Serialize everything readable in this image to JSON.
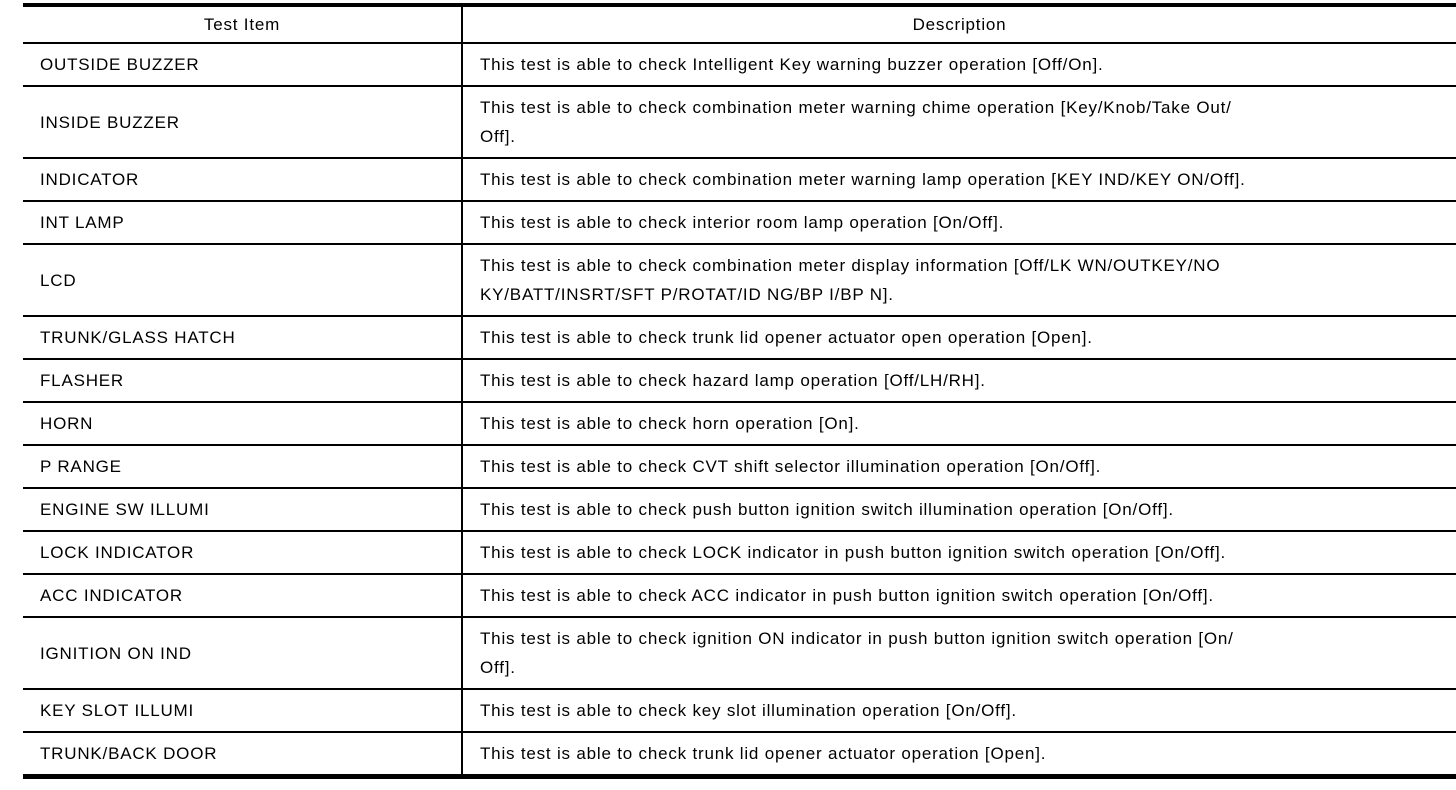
{
  "colors": {
    "background": "#ffffff",
    "text": "#000000",
    "border": "#000000"
  },
  "table": {
    "headers": {
      "test_item": "Test Item",
      "description": "Description"
    },
    "rows": [
      {
        "item": "OUTSIDE BUZZER",
        "description": "This test is able to check Intelligent Key warning buzzer operation [Off/On]."
      },
      {
        "item": "INSIDE BUZZER",
        "description": "This test is able to check combination meter warning chime operation [Key/Knob/Take Out/\nOff]."
      },
      {
        "item": "INDICATOR",
        "description": "This test is able to check combination meter warning lamp operation [KEY IND/KEY ON/Off]."
      },
      {
        "item": "INT LAMP",
        "description": "This test is able to check interior room lamp operation [On/Off]."
      },
      {
        "item": "LCD",
        "description": "This test is able to check combination meter display information [Off/LK WN/OUTKEY/NO\nKY/BATT/INSRT/SFT P/ROTAT/ID NG/BP I/BP N]."
      },
      {
        "item": "TRUNK/GLASS HATCH",
        "description": "This test is able to check trunk lid opener actuator open operation [Open]."
      },
      {
        "item": "FLASHER",
        "description": "This test is able to check hazard lamp operation [Off/LH/RH]."
      },
      {
        "item": "HORN",
        "description": "This test is able to check horn operation [On]."
      },
      {
        "item": "P RANGE",
        "description": "This test is able to check CVT shift selector illumination operation [On/Off]."
      },
      {
        "item": "ENGINE SW ILLUMI",
        "description": "This test is able to check push button ignition switch illumination operation [On/Off]."
      },
      {
        "item": "LOCK INDICATOR",
        "description": "This test is able to check LOCK indicator in push button ignition switch operation [On/Off]."
      },
      {
        "item": "ACC INDICATOR",
        "description": "This test is able to check ACC indicator in push button ignition switch operation [On/Off]."
      },
      {
        "item": "IGNITION ON IND",
        "description": "This test is able to check ignition ON indicator in push button ignition switch operation [On/\nOff]."
      },
      {
        "item": "KEY SLOT ILLUMI",
        "description": "This test is able to check key slot illumination operation [On/Off]."
      },
      {
        "item": "TRUNK/BACK DOOR",
        "description": "This test is able to check trunk lid opener actuator operation [Open]."
      }
    ]
  }
}
